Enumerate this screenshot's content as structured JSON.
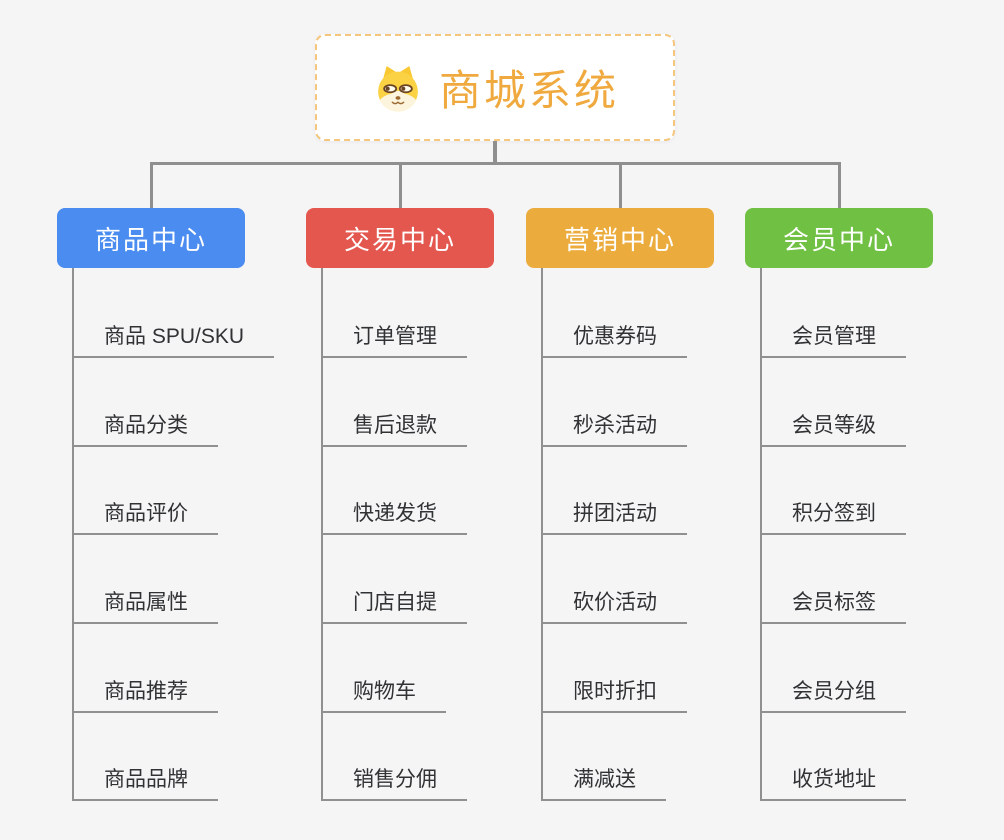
{
  "root": {
    "title": "商城系统",
    "icon": "dog-face-icon",
    "accent_color": "#efa93e",
    "border_color": "#f5c77e"
  },
  "branches": [
    {
      "label": "商品中心",
      "color": "#4a8cf0",
      "children": [
        "商品 SPU/SKU",
        "商品分类",
        "商品评价",
        "商品属性",
        "商品推荐",
        "商品品牌"
      ]
    },
    {
      "label": "交易中心",
      "color": "#e4574f",
      "children": [
        "订单管理",
        "售后退款",
        "快递发货",
        "门店自提",
        "购物车",
        "销售分佣"
      ]
    },
    {
      "label": "营销中心",
      "color": "#ecac3d",
      "children": [
        "优惠券码",
        "秒杀活动",
        "拼团活动",
        "砍价活动",
        "限时折扣",
        "满减送"
      ]
    },
    {
      "label": "会员中心",
      "color": "#6fc043",
      "children": [
        "会员管理",
        "会员等级",
        "积分签到",
        "会员标签",
        "会员分组",
        "收货地址"
      ]
    }
  ],
  "colors": {
    "background": "#f5f5f6",
    "connector": "#8f8f8f",
    "leaf_line": "#909090",
    "leaf_text": "#303234",
    "branch_text": "#ffffff"
  }
}
